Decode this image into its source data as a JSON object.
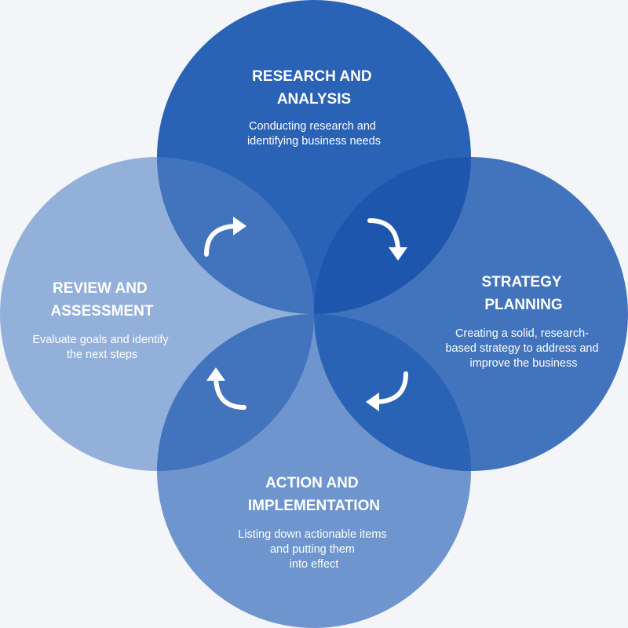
{
  "colors": {
    "background": "#f3f5f9",
    "research": "#2a62b6",
    "strategy": "#4273bd",
    "action": "#6e95cd",
    "review": "#92b0da",
    "overlap_dark": "#1f56ad",
    "arrow": "#ffffff"
  },
  "stages": [
    {
      "id": "research",
      "title_lines": [
        "RESEARCH AND",
        "ANALYSIS"
      ],
      "desc_lines": [
        "Conducting research and",
        "identifying business needs"
      ]
    },
    {
      "id": "strategy",
      "title_lines": [
        "STRATEGY",
        "PLANNING"
      ],
      "desc_lines": [
        "Creating a solid, research-",
        "based strategy to address and",
        "improve the business"
      ]
    },
    {
      "id": "action",
      "title_lines": [
        "ACTION AND",
        "IMPLEMENTATION"
      ],
      "desc_lines": [
        "Listing down actionable items",
        "and putting them",
        "into effect"
      ]
    },
    {
      "id": "review",
      "title_lines": [
        "REVIEW AND",
        "ASSESSMENT"
      ],
      "desc_lines": [
        "Evaluate goals and identify",
        "the next steps"
      ]
    }
  ],
  "arrows": [
    {
      "id": "review-to-research",
      "icon": "curved-arrow-icon"
    },
    {
      "id": "research-to-strategy",
      "icon": "curved-arrow-icon"
    },
    {
      "id": "strategy-to-action",
      "icon": "curved-arrow-icon"
    },
    {
      "id": "action-to-review",
      "icon": "curved-arrow-icon"
    }
  ]
}
